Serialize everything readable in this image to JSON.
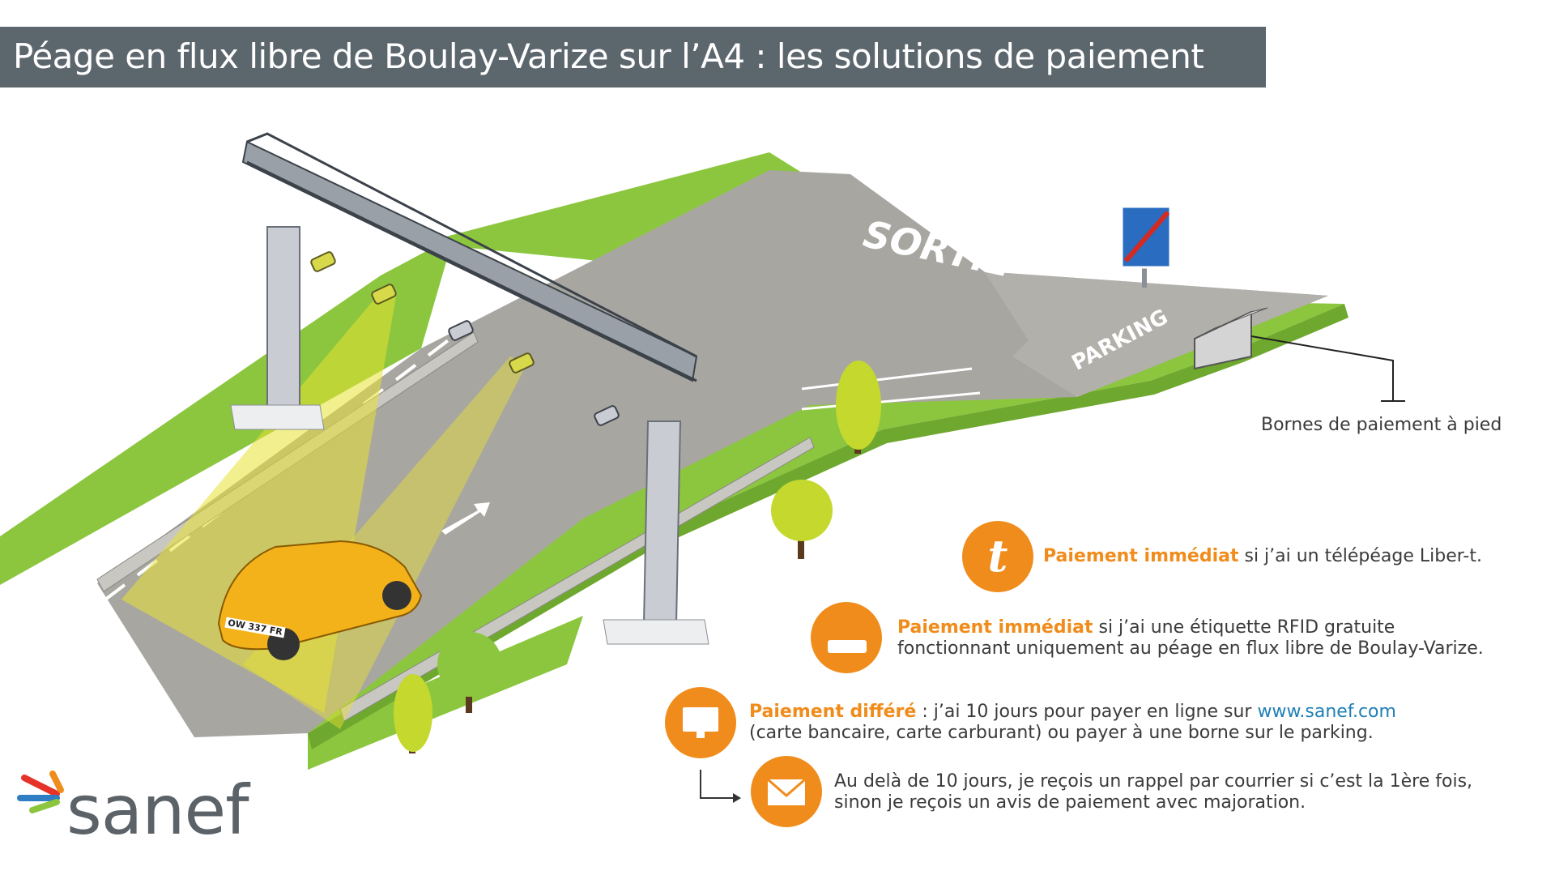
{
  "title": "Péage en flux libre de Boulay-Varize sur l’A4 : les solutions de paiement",
  "road_markings": {
    "sortie": "SORTIE",
    "parking": "PARKING"
  },
  "plate": "OW 337 FR",
  "bornes_label": "Bornes de paiement à pied",
  "payments": [
    {
      "highlight": "Paiement immédiat",
      "text": " si j’ai un télépéage Liber-t.",
      "icon": "liber-t-badge-icon"
    },
    {
      "highlight": "Paiement immédiat",
      "text": " si j’ai une étiquette RFID gratuite",
      "text2": "fonctionnant uniquement au péage en flux libre de Boulay-Varize.",
      "icon": "rfid-tag-icon"
    },
    {
      "highlight": "Paiement différé",
      "text": " : j’ai 10 jours pour payer en ligne sur ",
      "link": "www.sanef.com",
      "text2": "(carte bancaire, carte carburant) ou payer à une borne sur le parking.",
      "icon": "computer-monitor-icon"
    },
    {
      "text": "Au delà de 10 jours, je reçois un rappel par courrier si c’est la 1ère fois,",
      "text2": "sinon je reçois un avis de paiement avec majoration.",
      "icon": "envelope-letter-icon"
    }
  ],
  "logo_text": "sanef",
  "colors": {
    "orange": "#f08c1b",
    "title_bar": "#5c666d",
    "grass": "#8cc63f",
    "road": "#a8a6a1",
    "link": "#1f7fb5"
  }
}
